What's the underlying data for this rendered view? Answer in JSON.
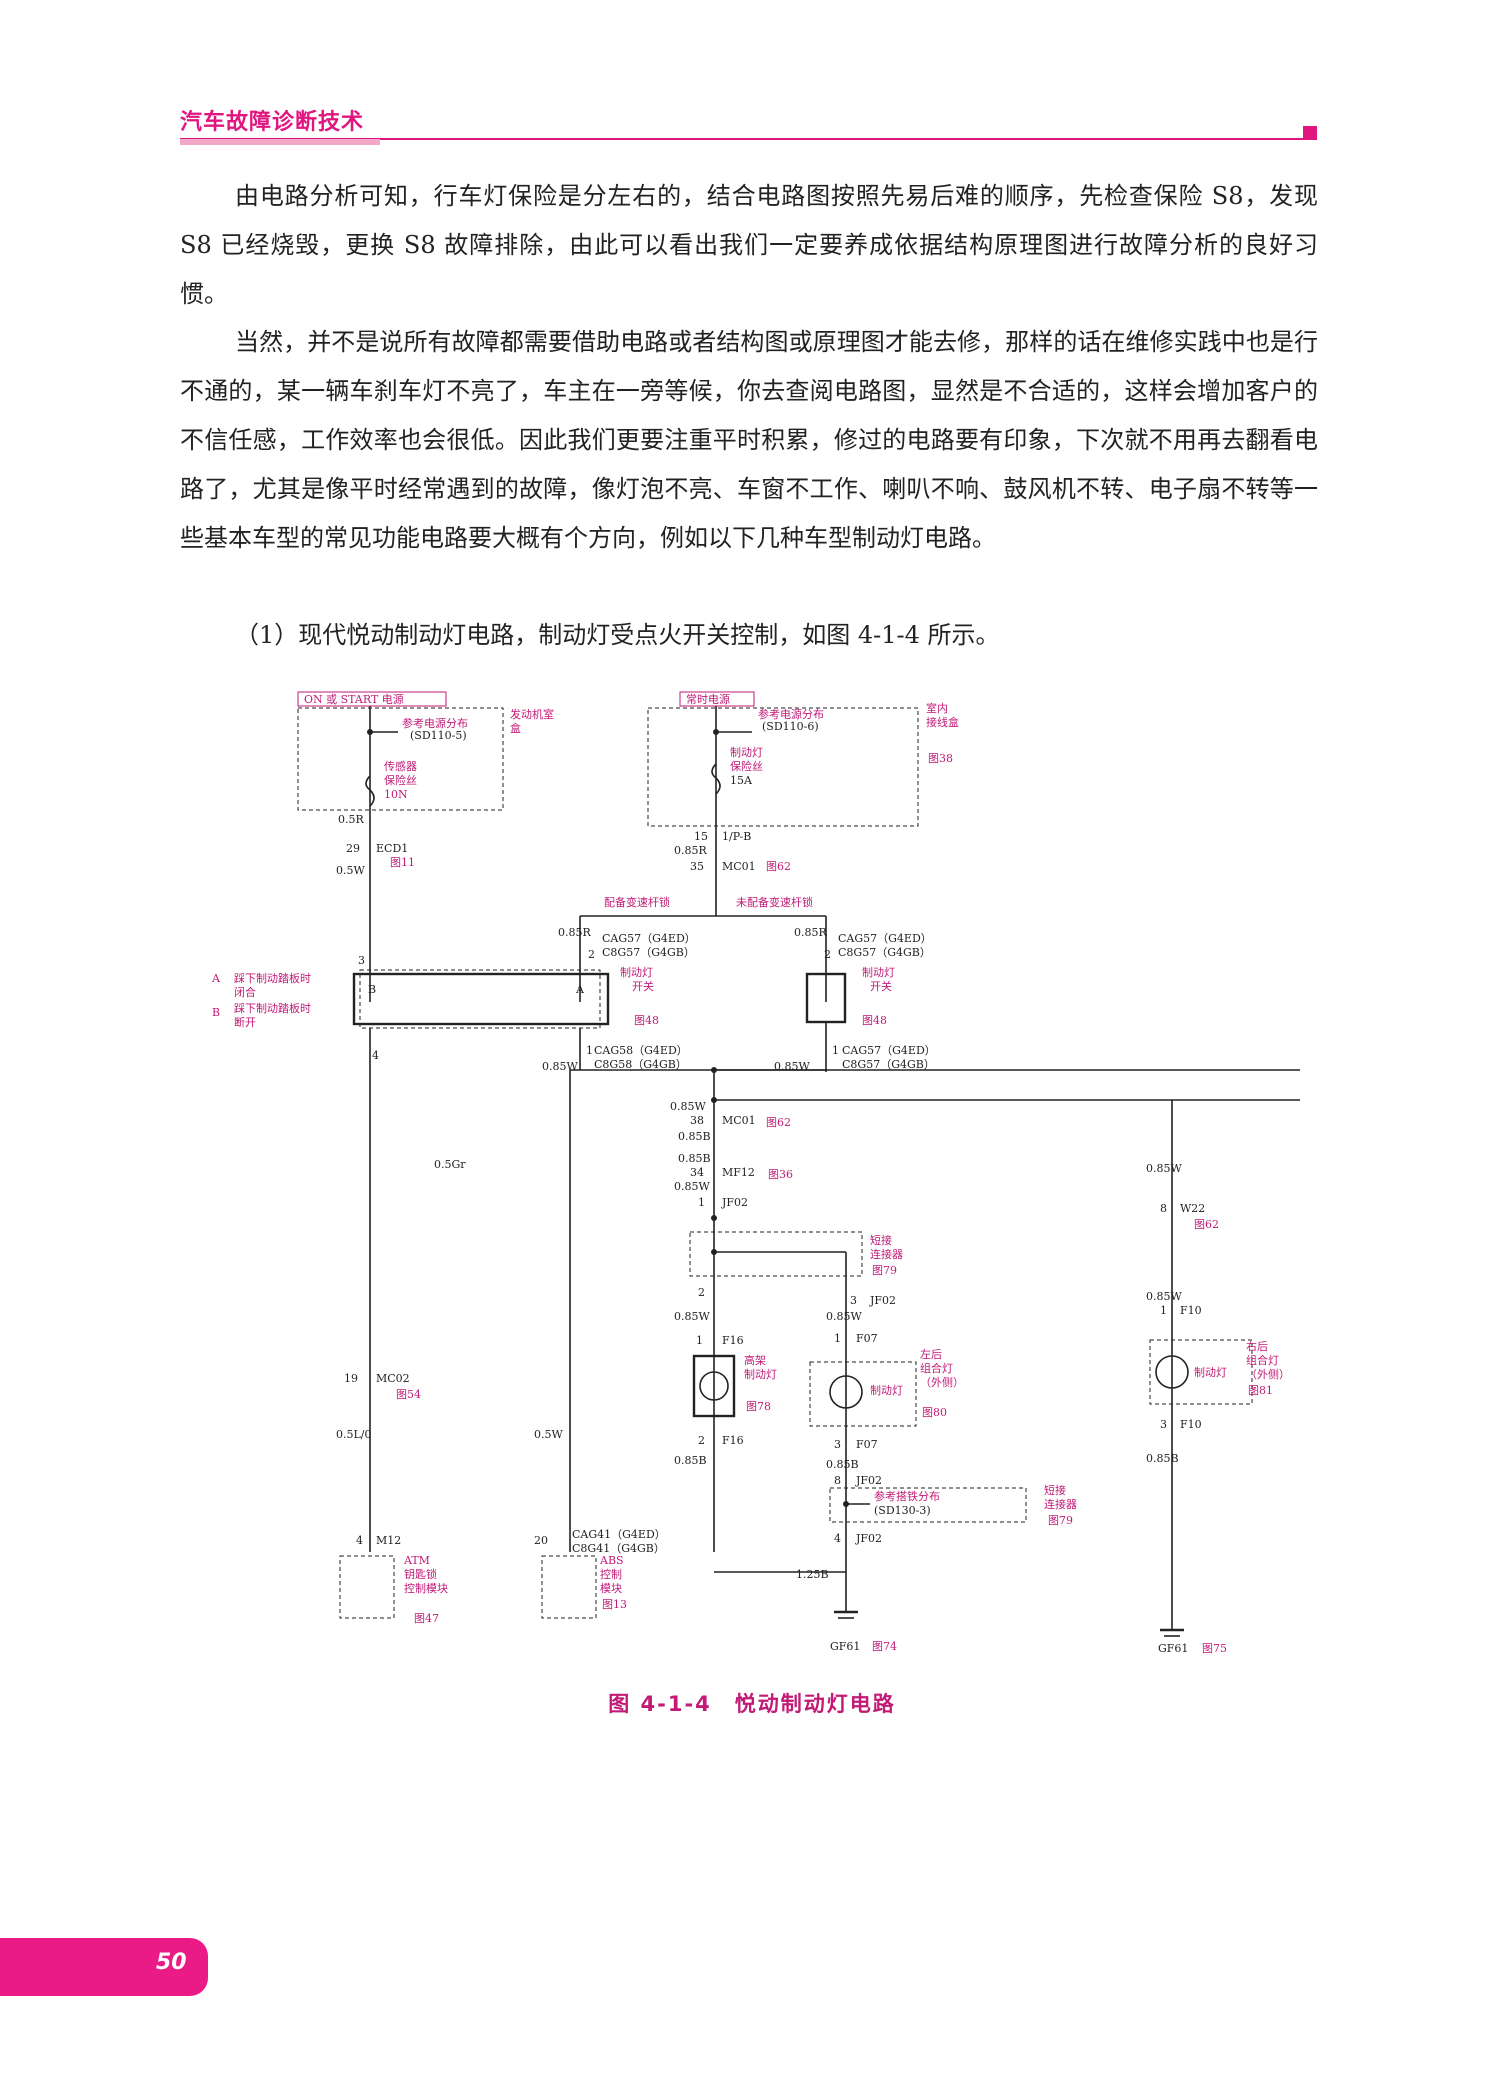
{
  "header": {
    "title": "汽车故障诊断技术"
  },
  "paragraphs": [
    "由电路分析可知，行车灯保险是分左右的，结合电路图按照先易后难的顺序，先检查保险 S8，发现 S8 已经烧毁，更换 S8 故障排除，由此可以看出我们一定要养成依据结构原理图进行故障分析的良好习惯。",
    "当然，并不是说所有故障都需要借助电路或者结构图或原理图才能去修，那样的话在维修实践中也是行不通的，某一辆车刹车灯不亮了，车主在一旁等候，你去查阅电路图，显然是不合适的，这样会增加客户的不信任感，工作效率也会很低。因此我们更要注重平时积累，修过的电路要有印象，下次就不用再去翻看电路了，尤其是像平时经常遇到的故障，像灯泡不亮、车窗不工作、喇叭不响、鼓风机不转、电子扇不转等一些基本车型的常见功能电路要大概有个方向，例如以下几种车型制动灯电路。",
    "（1）现代悦动制动灯电路，制动灯受点火开关控制，如图 4-1-4 所示。"
  ],
  "figure": {
    "caption": "图 4-1-4　悦动制动灯电路",
    "labels": {
      "ign_source": "ON 或 START 电源",
      "engine_box": "发动机室",
      "engine_box2": "盒",
      "ref_power1": "参考电源分布",
      "ref_power1_code": "(SD110-5)",
      "sensor_fuse1": "传感器",
      "sensor_fuse2": "保险丝",
      "sensor_fuse3": "10N",
      "hot_source": "常时电源",
      "ref_power2": "参考电源分布",
      "ref_power2_code": "(SD110-6)",
      "interior_box1": "室内",
      "interior_box2": "接线盒",
      "fig38": "图38",
      "stop_fuse1": "制动灯",
      "stop_fuse2": "保险丝",
      "stop_fuse3": "15A",
      "w05r": "0.5R",
      "pin29": "29",
      "ecd1": "ECD1",
      "fig11": "图11",
      "w05w": "0.5W",
      "pin15": "15",
      "c1pb": "1/P-B",
      "w085r": "0.85R",
      "pin35": "35",
      "mc01": "MC01",
      "fig62": "图62",
      "with_lock": "配备变速杆锁",
      "without_lock": "未配备变速杆锁",
      "cag57a": "CAG57（G4ED）",
      "c8g57a": "C8G57（G4GB）",
      "cag57b": "CAG57（G4ED）",
      "c8g57b": "C8G57（G4GB）",
      "pin2": "2",
      "pin3": "3",
      "sw_label1": "制动灯",
      "sw_label2": "开关",
      "fig48": "图48",
      "legendA": "踩下制动踏板时",
      "legendA2": "闭合",
      "legendB": "踩下制动踏板时",
      "legendB2": "断开",
      "A": "A",
      "B": "B",
      "pin4": "4",
      "pin1": "1",
      "cag58": "CAG58（G4ED）",
      "c8g58": "C8G58（G4GB）",
      "cag57c": "CAG57（G4ED）",
      "c8g57c": "C8G57（G4GB）",
      "w085w": "0.85W",
      "pin38": "38",
      "w085b": "0.85B",
      "pin34": "34",
      "mf12": "MF12",
      "fig36": "图36",
      "jf02": "JF02",
      "short1": "短接",
      "short2": "连接器",
      "fig79": "图79",
      "w05gr": "0.5Gr",
      "pin8": "8",
      "w22": "W22",
      "f10": "F10",
      "right_lamp1": "右后",
      "right_lamp2": "组合灯",
      "right_lamp3": "（外侧）",
      "fig81": "图81",
      "stop_lamp": "制动灯",
      "pin19": "19",
      "mc02": "MC02",
      "fig54": "图54",
      "f16": "F16",
      "high1": "高架",
      "high2": "制动灯",
      "fig78": "图78",
      "f07": "F07",
      "left_lamp1": "左后",
      "left_lamp2": "组合灯",
      "left_lamp3": "（外侧）",
      "fig80": "图80",
      "w05l0": "0.5L/0",
      "pin20": "20",
      "ref_ground": "参考搭铁分布",
      "ref_ground_code": "(SD130-3)",
      "cag41": "CAG41（G4ED）",
      "c8g41": "C8G41（G4GB）",
      "m12": "M12",
      "atm1": "ATM",
      "atm2": "钥匙锁",
      "atm3": "控制模块",
      "fig47": "图47",
      "abs1": "ABS",
      "abs2": "控制",
      "abs3": "模块",
      "fig13": "图13",
      "w125b": "1.25B",
      "gf61a": "GF61",
      "fig74": "图74",
      "gf61b": "GF61",
      "fig75": "图75"
    }
  },
  "page_number": "50",
  "colors": {
    "accent": "#e0157f",
    "label": "#c21a77",
    "wire": "#222222"
  }
}
